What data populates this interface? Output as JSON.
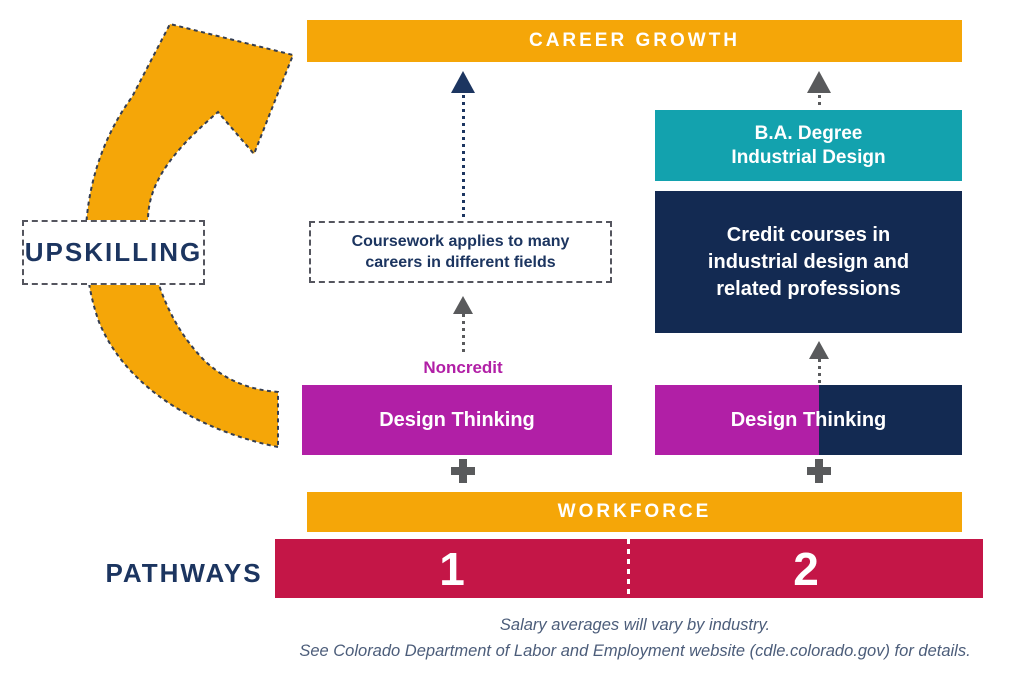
{
  "diagram": {
    "title_bar": "CAREER GROWTH",
    "upskilling": "UPSKILLING",
    "workforce": "WORKFORCE",
    "pathways_label": "PATHWAYS",
    "pathway1": {
      "number": "1",
      "noncredit_label": "Noncredit",
      "course_box": "Design Thinking",
      "coursework_note": "Coursework applies to many\ncareers in different fields"
    },
    "pathway2": {
      "number": "2",
      "course_box": "Design Thinking",
      "ba_box": "B.A. Degree\nIndustrial Design",
      "credit_box": "Credit courses in\nindustrial design and\nrelated professions"
    },
    "footer_line1": "Salary averages will vary by industry.",
    "footer_line2": "See Colorado Department of Labor and Employment website (cdle.colorado.gov) for details.",
    "colors": {
      "gold": "#F5A608",
      "crimson": "#C41647",
      "purple": "#B11FA6",
      "navy": "#132A52",
      "teal": "#13A2AE",
      "arrow_gray": "#595A5C",
      "text_navy": "#1C3560",
      "footer_slate": "#4C5D7A"
    }
  }
}
